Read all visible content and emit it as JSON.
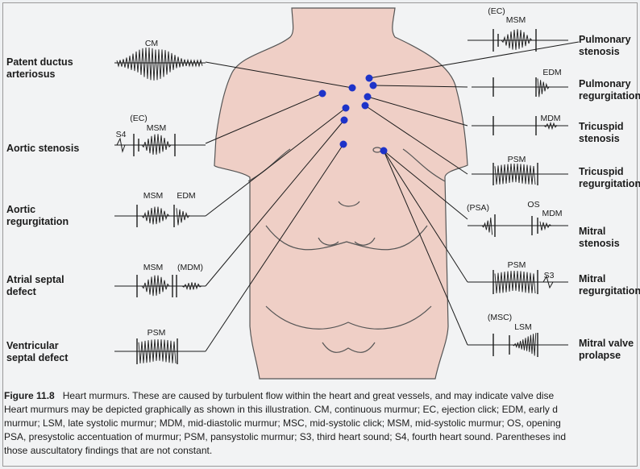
{
  "left_labels": {
    "pda": "Patent ductus\narteriosus",
    "as": "Aortic stenosis",
    "ar": "Aortic\nregurgitation",
    "asd": "Atrial septal\ndefect",
    "vsd": "Ventricular\nseptal defect"
  },
  "right_labels": {
    "ps": "Pulmonary\nstenosis",
    "pr": "Pulmonary\nregurgitation",
    "ts": "Tricuspid\nstenosis",
    "tr": "Tricuspid\nregurgitation",
    "ms": "Mitral stenosis",
    "mr": "Mitral\nregurgitation",
    "mvp": "Mitral valve\nprolapse"
  },
  "waveform_tags": {
    "pda_cm": "CM",
    "as_ec": "(EC)",
    "as_s4": "S4",
    "as_msm": "MSM",
    "ar_msm": "MSM",
    "ar_edm": "EDM",
    "asd_msm": "MSM",
    "asd_mdm": "(MDM)",
    "vsd_psm": "PSM",
    "ps_ec": "(EC)",
    "ps_msm": "MSM",
    "pr_edm": "EDM",
    "ts_mdm": "MDM",
    "tr_psm": "PSM",
    "ms_psa": "(PSA)",
    "ms_os": "OS",
    "ms_mdm": "MDM",
    "mr_psm": "PSM",
    "mr_s3": "S3",
    "mvp_msc": "(MSC)",
    "mvp_lsm": "LSM"
  },
  "caption": {
    "heading": "Figure 11.8",
    "line1": "Heart murmurs. These are caused by turbulent flow within the heart and great vessels, and may indicate valve dise",
    "line2": "Heart murmurs may be depicted graphically as shown in this illustration. CM, continuous murmur; EC, ejection click; EDM, early d",
    "line3": "murmur; LSM, late systolic murmur; MDM, mid-diastolic murmur; MSC, mid-systolic click; MSM, mid-systolic murmur; OS, opening",
    "line4": "PSA, presystolic accentuation of murmur; PSM, pansystolic murmur; S3, third heart sound; S4, fourth heart sound. Parentheses ind",
    "line5": "those auscultatory findings that are not constant."
  },
  "colors": {
    "skin": "#efcfc6",
    "body_outline": "#555555",
    "marker": "#1d33c9",
    "ink": "#1b1b1b",
    "background": "#f2f3f4"
  }
}
